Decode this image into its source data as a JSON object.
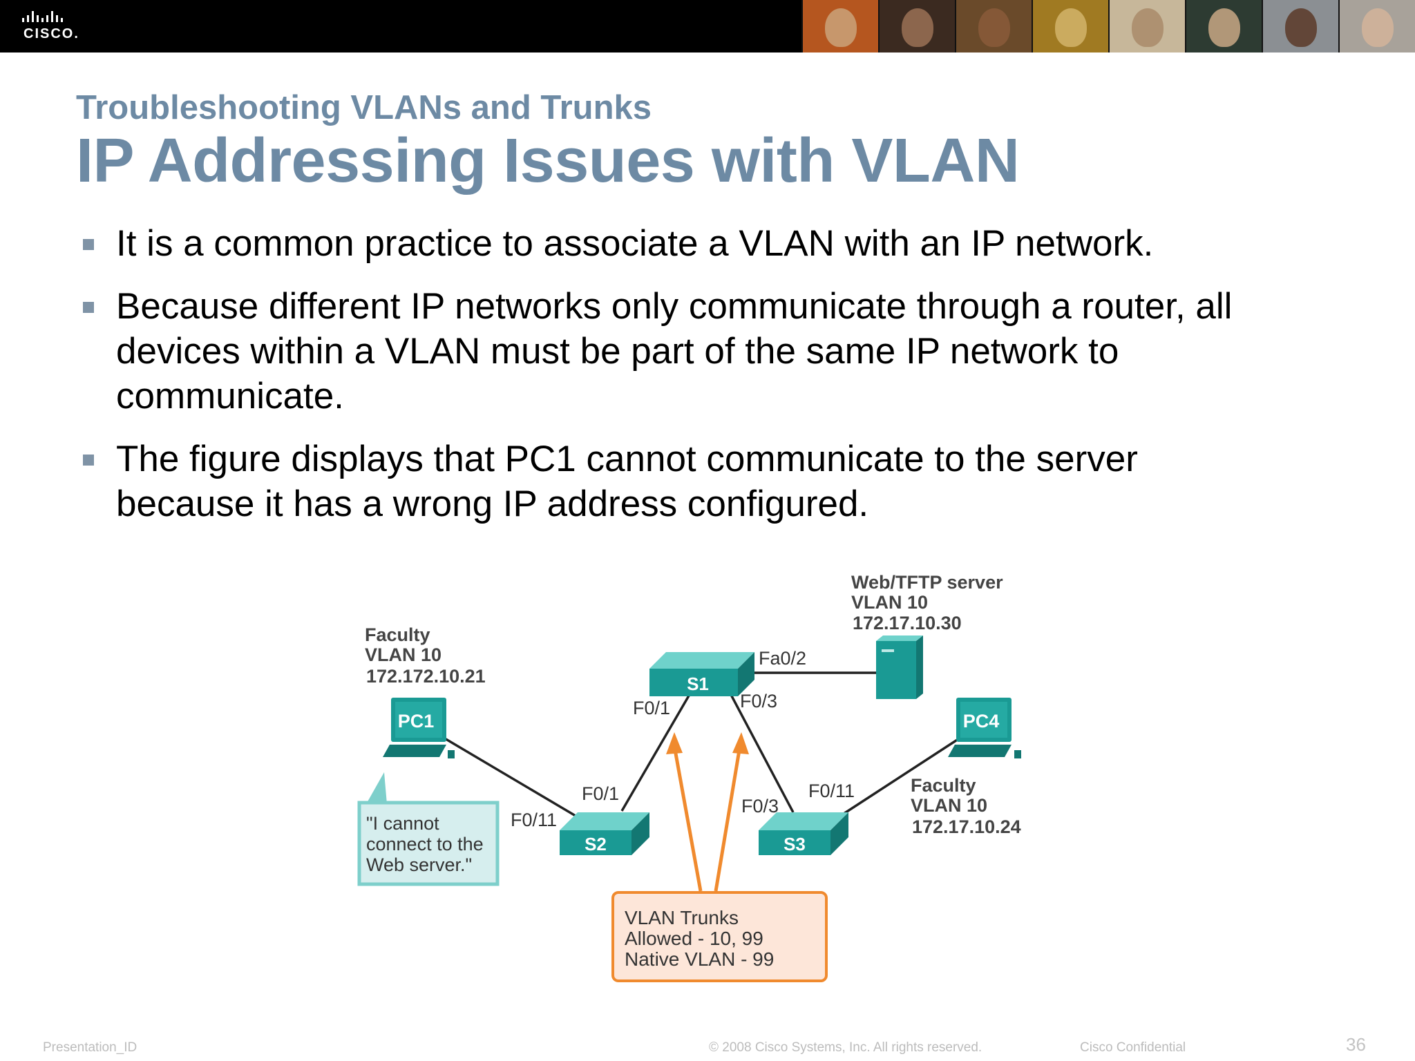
{
  "header": {
    "brand": "CISCO."
  },
  "slide": {
    "subtitle": "Troubleshooting VLANs and Trunks",
    "title": "IP Addressing Issues with VLAN",
    "bullets": [
      "It is a common practice to associate a VLAN with an IP network.",
      "Because different IP networks only communicate through a router, all devices within a VLAN must be part of the same IP network to communicate.",
      "The figure displays that PC1 cannot communicate to the server because it has a wrong IP address configured."
    ]
  },
  "diagram": {
    "pc1": {
      "label": "PC1",
      "info": [
        "Faculty",
        "VLAN 10",
        "172.172.10.21"
      ]
    },
    "pc4": {
      "label": "PC4",
      "info": [
        "Faculty",
        "VLAN 10",
        "172.17.10.24"
      ]
    },
    "server": {
      "info": [
        "Web/TFTP server",
        "VLAN 10",
        "172.17.10.30"
      ]
    },
    "switches": {
      "s1": "S1",
      "s2": "S2",
      "s3": "S3"
    },
    "ports": {
      "s1_server": "Fa0/2",
      "s1_s2": "F0/1",
      "s1_s3": "F0/3",
      "s2_s1": "F0/1",
      "s2_pc1": "F0/11",
      "s3_s1": "F0/3",
      "s3_pc4": "F0/11"
    },
    "callout": [
      "\"I cannot",
      "connect to the",
      "Web server.\""
    ],
    "trunk_box": [
      "VLAN Trunks",
      "Allowed - 10, 99",
      "Native VLAN - 99"
    ]
  },
  "footer": {
    "presentation_id": "Presentation_ID",
    "copyright": "© 2008 Cisco Systems, Inc. All rights reserved.",
    "confidential": "Cisco Confidential",
    "page": "36"
  },
  "colors": {
    "title": "#6d8aa4",
    "device_teal": "#1a9a94",
    "trunk_arrow": "#f08a2e",
    "trunk_box_fill": "#fde6d9",
    "callout_fill": "#d6eeee"
  }
}
